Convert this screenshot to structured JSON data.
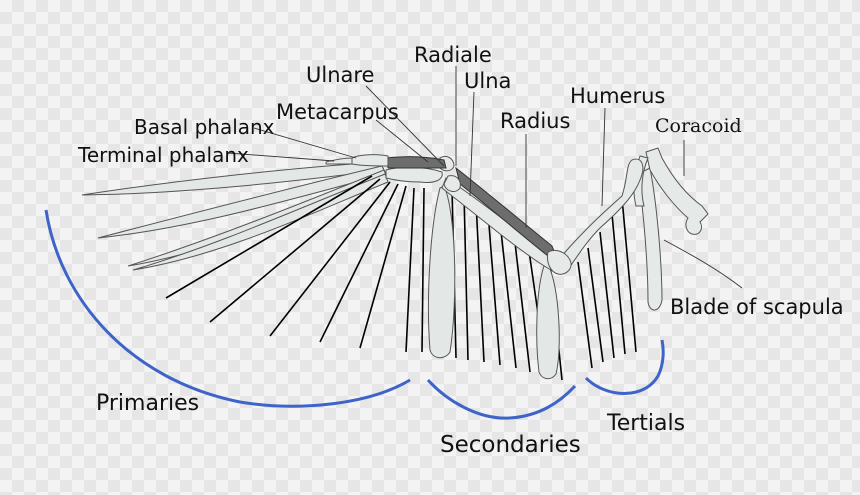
{
  "labels": {
    "radiale": "Radiale",
    "ulnare": "Ulnare",
    "ulna": "Ulna",
    "metacarpus": "Metacarpus",
    "humerus": "Humerus",
    "radius": "Radius",
    "coracoid": "Coracoid",
    "basal_phalanx": "Basal phalanx",
    "terminal_phalanx": "Terminal phalanx",
    "blade_of_scapula": "Blade of scapula"
  },
  "groups": {
    "primaries": "Primaries",
    "secondaries": "Secondaries",
    "tertials": "Tertials"
  },
  "colors": {
    "bracket": "#3e63c9",
    "bone": "#e5e9e7",
    "bone_dark": "#6d6d6d"
  }
}
